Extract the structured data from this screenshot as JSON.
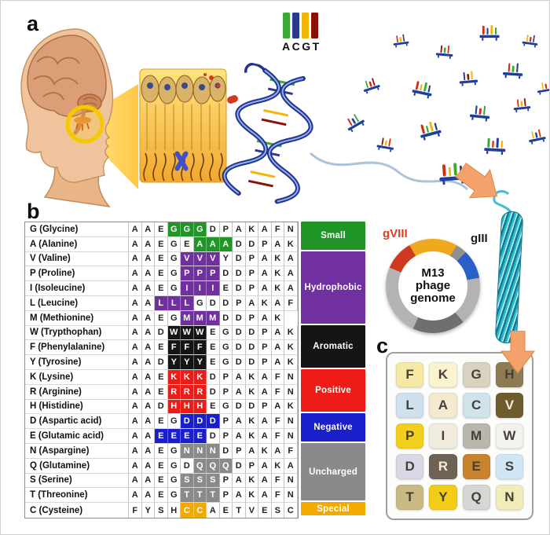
{
  "panel_labels": {
    "a": "a",
    "b": "b",
    "c": "c"
  },
  "acgt_legend": {
    "label": "ACGT",
    "bars": [
      {
        "base": "A",
        "color": "#3aaa35"
      },
      {
        "base": "C",
        "color": "#2b3990"
      },
      {
        "base": "G",
        "color": "#f2b705"
      },
      {
        "base": "T",
        "color": "#8b1005"
      }
    ]
  },
  "genome": {
    "label_gVIII": "gVIII",
    "label_gIII": "gIII",
    "gVIII_color": "#e03c23",
    "gIII_color": "#1a1a1a",
    "center_lines": [
      "M13",
      "phage",
      "genome"
    ]
  },
  "amino_table": {
    "categories": [
      {
        "id": "small",
        "label": "Small",
        "color": "#1f9627",
        "row_count": 2
      },
      {
        "id": "hydrophobic",
        "label": "Hydrophobic",
        "color": "#7030a0",
        "row_count": 5
      },
      {
        "id": "aromatic",
        "label": "Aromatic",
        "color": "#151515",
        "row_count": 3
      },
      {
        "id": "positive",
        "label": "Positive",
        "color": "#ee1c16",
        "row_count": 3
      },
      {
        "id": "negative",
        "label": "Negative",
        "color": "#1a1ecb",
        "row_count": 2
      },
      {
        "id": "uncharged",
        "label": "Uncharged",
        "color": "#8a8a8a",
        "row_count": 4
      },
      {
        "id": "special",
        "label": "Special",
        "color": "#f2a900",
        "row_count": 1
      }
    ],
    "rows": [
      {
        "name": "G (Glycine)",
        "category": "small",
        "sequence": [
          "A",
          "A",
          "E",
          "G",
          "G",
          "G",
          "D",
          "P",
          "A",
          "K",
          "A",
          "F",
          "N"
        ],
        "highlight": [
          3,
          4,
          5
        ]
      },
      {
        "name": "A (Alanine)",
        "category": "small",
        "sequence": [
          "A",
          "A",
          "E",
          "G",
          "E",
          "A",
          "A",
          "A",
          "D",
          "D",
          "P",
          "A",
          "K"
        ],
        "highlight": [
          5,
          6,
          7
        ]
      },
      {
        "name": "V (Valine)",
        "category": "hydrophobic",
        "sequence": [
          "A",
          "A",
          "E",
          "G",
          "V",
          "V",
          "V",
          "Y",
          "D",
          "P",
          "A",
          "K",
          "A"
        ],
        "highlight": [
          4,
          5,
          6
        ]
      },
      {
        "name": "P (Proline)",
        "category": "hydrophobic",
        "sequence": [
          "A",
          "A",
          "E",
          "G",
          "P",
          "P",
          "P",
          "D",
          "D",
          "P",
          "A",
          "K",
          "A"
        ],
        "highlight": [
          4,
          5,
          6
        ]
      },
      {
        "name": "I (Isoleucine)",
        "category": "hydrophobic",
        "sequence": [
          "A",
          "A",
          "E",
          "G",
          "I",
          "I",
          "I",
          "E",
          "D",
          "P",
          "A",
          "K",
          "A"
        ],
        "highlight": [
          4,
          5,
          6
        ]
      },
      {
        "name": "L (Leucine)",
        "category": "hydrophobic",
        "sequence": [
          "A",
          "A",
          "L",
          "L",
          "L",
          "G",
          "D",
          "D",
          "P",
          "A",
          "K",
          "A",
          "F"
        ],
        "highlight": [
          2,
          3,
          4
        ]
      },
      {
        "name": "M (Methionine)",
        "category": "hydrophobic",
        "sequence": [
          "A",
          "A",
          "E",
          "G",
          "M",
          "M",
          "M",
          "D",
          "D",
          "P",
          "A",
          "K"
        ],
        "highlight": [
          4,
          5,
          6
        ]
      },
      {
        "name": "W (Trypthophan)",
        "category": "aromatic",
        "sequence": [
          "A",
          "A",
          "D",
          "W",
          "W",
          "W",
          "E",
          "G",
          "D",
          "D",
          "P",
          "A",
          "K"
        ],
        "highlight": [
          3,
          4,
          5
        ]
      },
      {
        "name": "F (Phenylalanine)",
        "category": "aromatic",
        "sequence": [
          "A",
          "A",
          "E",
          "F",
          "F",
          "F",
          "E",
          "G",
          "D",
          "D",
          "P",
          "A",
          "K"
        ],
        "highlight": [
          3,
          4,
          5
        ]
      },
      {
        "name": "Y (Tyrosine)",
        "category": "aromatic",
        "sequence": [
          "A",
          "A",
          "D",
          "Y",
          "Y",
          "Y",
          "E",
          "G",
          "D",
          "D",
          "P",
          "A",
          "K"
        ],
        "highlight": [
          3,
          4,
          5
        ]
      },
      {
        "name": "K (Lysine)",
        "category": "positive",
        "sequence": [
          "A",
          "A",
          "E",
          "K",
          "K",
          "K",
          "D",
          "P",
          "A",
          "K",
          "A",
          "F",
          "N"
        ],
        "highlight": [
          3,
          4,
          5
        ]
      },
      {
        "name": "R (Arginine)",
        "category": "positive",
        "sequence": [
          "A",
          "A",
          "E",
          "R",
          "R",
          "R",
          "D",
          "P",
          "A",
          "K",
          "A",
          "F",
          "N"
        ],
        "highlight": [
          3,
          4,
          5
        ]
      },
      {
        "name": "H (Histidine)",
        "category": "positive",
        "sequence": [
          "A",
          "A",
          "D",
          "H",
          "H",
          "H",
          "E",
          "G",
          "D",
          "D",
          "P",
          "A",
          "K"
        ],
        "highlight": [
          3,
          4,
          5
        ]
      },
      {
        "name": "D (Aspartic acid)",
        "category": "negative",
        "sequence": [
          "A",
          "A",
          "E",
          "G",
          "D",
          "D",
          "D",
          "P",
          "A",
          "K",
          "A",
          "F",
          "N"
        ],
        "highlight": [
          4,
          5,
          6
        ]
      },
      {
        "name": "E (Glutamic acid)",
        "category": "negative",
        "sequence": [
          "A",
          "A",
          "E",
          "E",
          "E",
          "E",
          "D",
          "P",
          "A",
          "K",
          "A",
          "F",
          "N"
        ],
        "highlight": [
          2,
          3,
          4,
          5
        ]
      },
      {
        "name": "N (Aspargine)",
        "category": "uncharged",
        "sequence": [
          "A",
          "A",
          "E",
          "G",
          "N",
          "N",
          "N",
          "D",
          "P",
          "A",
          "K",
          "A",
          "F"
        ],
        "highlight": [
          4,
          5,
          6
        ]
      },
      {
        "name": "Q (Glutamine)",
        "category": "uncharged",
        "sequence": [
          "A",
          "A",
          "E",
          "G",
          "D",
          "Q",
          "Q",
          "Q",
          "D",
          "P",
          "A",
          "K",
          "A"
        ],
        "highlight": [
          5,
          6,
          7
        ]
      },
      {
        "name": "S (Serine)",
        "category": "uncharged",
        "sequence": [
          "A",
          "A",
          "E",
          "G",
          "S",
          "S",
          "S",
          "P",
          "A",
          "K",
          "A",
          "F",
          "N"
        ],
        "highlight": [
          4,
          5,
          6
        ]
      },
      {
        "name": "T (Threonine)",
        "category": "uncharged",
        "sequence": [
          "A",
          "A",
          "E",
          "G",
          "T",
          "T",
          "T",
          "P",
          "A",
          "K",
          "A",
          "F",
          "N"
        ],
        "highlight": [
          4,
          5,
          6
        ]
      },
      {
        "name": "C (Cysteine)",
        "category": "special",
        "sequence": [
          "F",
          "Y",
          "S",
          "H",
          "C",
          "C",
          "A",
          "E",
          "T",
          "V",
          "E",
          "S",
          "C"
        ],
        "highlight": [
          4,
          5
        ]
      }
    ]
  },
  "tile_grid": {
    "columns": 4,
    "tiles": [
      {
        "letter": "F",
        "color": "#f6e9a4"
      },
      {
        "letter": "K",
        "color": "#faf3cd"
      },
      {
        "letter": "G",
        "color": "#d8d2bf"
      },
      {
        "letter": "H",
        "color": "#8d7b52"
      },
      {
        "letter": "L",
        "color": "#cfe0ee"
      },
      {
        "letter": "A",
        "color": "#f4ead0"
      },
      {
        "letter": "C",
        "color": "#cfe3ea"
      },
      {
        "letter": "V",
        "color": "#6d5d2e"
      },
      {
        "letter": "P",
        "color": "#f3cf1d"
      },
      {
        "letter": "I",
        "color": "#f1ecdd"
      },
      {
        "letter": "M",
        "color": "#b9b6ae"
      },
      {
        "letter": "W",
        "color": "#f3f2ef"
      },
      {
        "letter": "D",
        "color": "#d9d9e6"
      },
      {
        "letter": "R",
        "color": "#6e6254"
      },
      {
        "letter": "E",
        "color": "#c8832c"
      },
      {
        "letter": "S",
        "color": "#cfe6f4"
      },
      {
        "letter": "T",
        "color": "#c9ba84"
      },
      {
        "letter": "Y",
        "color": "#f2cd17"
      },
      {
        "letter": "Q",
        "color": "#d6d6d4"
      },
      {
        "letter": "N",
        "color": "#f2ecba"
      }
    ]
  },
  "illustration": {
    "phage_pin_palette": [
      "#d62b10",
      "#f2b705",
      "#3aaa35",
      "#27408b",
      "#8b1005",
      "#2b3990"
    ]
  }
}
